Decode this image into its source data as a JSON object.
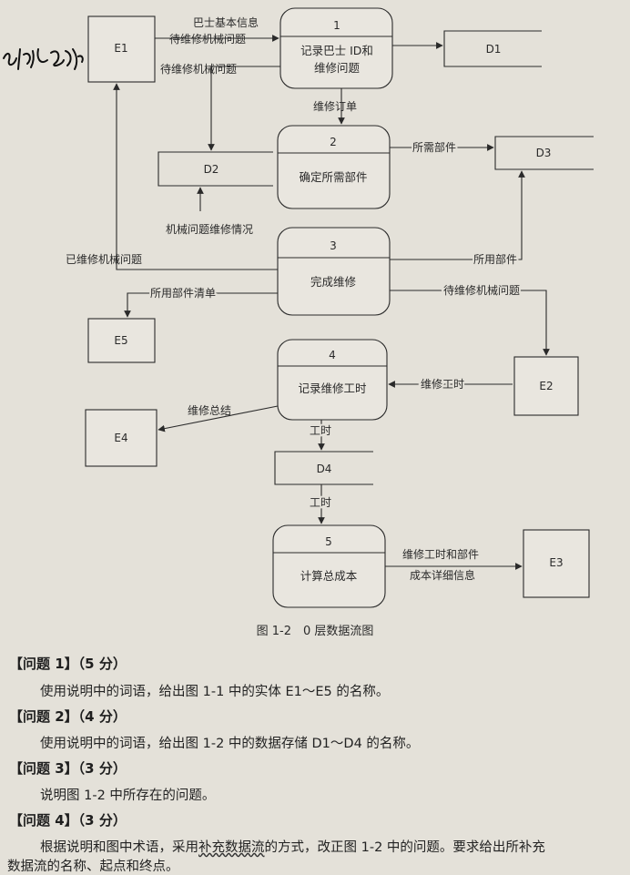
{
  "diagram": {
    "entities": {
      "e1": "E1",
      "e2": "E2",
      "e3": "E3",
      "e4": "E4",
      "e5": "E5"
    },
    "processes": {
      "p1": {
        "num": "1",
        "line1": "记录巴士 ID和",
        "line2": "维修问题"
      },
      "p2": {
        "num": "2",
        "label": "确定所需部件"
      },
      "p3": {
        "num": "3",
        "label": "完成维修"
      },
      "p4": {
        "num": "4",
        "label": "记录维修工时"
      },
      "p5": {
        "num": "5",
        "label": "计算总成本"
      }
    },
    "stores": {
      "d1": "D1",
      "d2": "D2",
      "d3": "D3",
      "d4": "D4"
    },
    "flows": {
      "bus_info": "巴士基本信息",
      "pending_issue_1": "待维修机械问题",
      "pending_issue_2": "待维修机械问题",
      "repair_order": "维修订单",
      "needed_parts": "所需部件",
      "mech_issue_status": "机械问题维修情况",
      "repaired_issue": "已维修机械问题",
      "used_parts": "所用部件",
      "used_parts_list": "所用部件清单",
      "pending_issue_3": "待维修机械问题",
      "repair_hours_in": "维修工时",
      "repair_summary": "维修总结",
      "hours_1": "工时",
      "hours_2": "工时",
      "cost_detail_1": "维修工时和部件",
      "cost_detail_2": "成本详细信息"
    },
    "caption": "图 1-2　0 层数据流图"
  },
  "questions": [
    {
      "header": "【问题 1】（5 分）",
      "body": "使用说明中的词语，给出图 1-1 中的实体 E1～E5 的名称。"
    },
    {
      "header": "【问题 2】（4 分）",
      "body": "使用说明中的词语，给出图 1-2 中的数据存储 D1～D4 的名称。"
    },
    {
      "header": "【问题 3】（3 分）",
      "body": "说明图 1-2 中所存在的问题。"
    },
    {
      "header": "【问题 4】（3 分）",
      "body_pre": "根据说明和图中术语，采用",
      "body_hl": "补充数据流",
      "body_post": "的方式，改正图 1-2 中的问题。要求给出所补充",
      "body_line2": "数据流的名称、起点和终点。"
    }
  ],
  "colors": {
    "paper": "#e4e1d9",
    "ink": "#2a2a2a",
    "box_fill": "#e9e6df"
  }
}
